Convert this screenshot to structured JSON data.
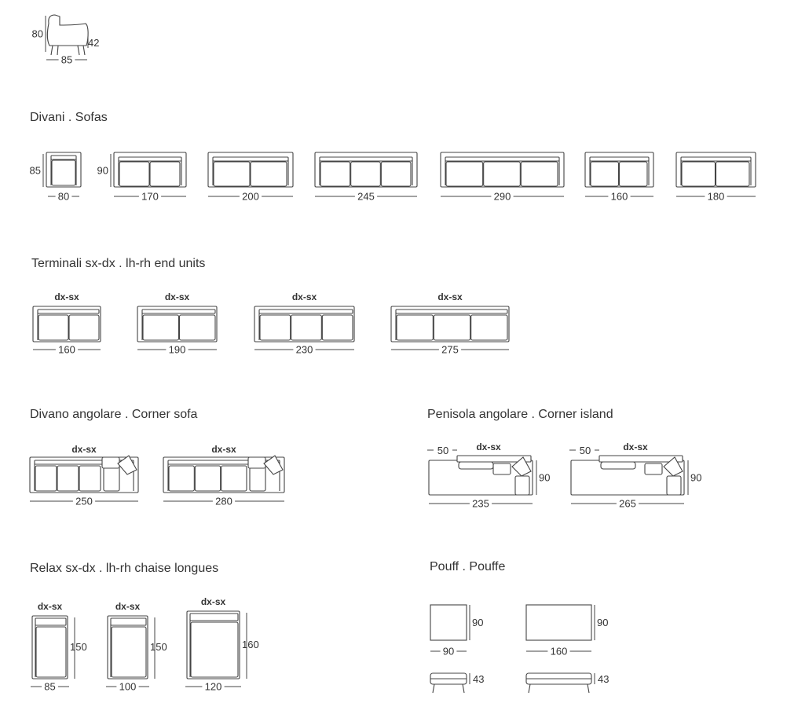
{
  "sections": {
    "sofas": "Divani . Sofas",
    "end_units": "Terminali sx-dx . lh-rh end units",
    "corner_sofa": "Divano angolare . Corner sofa",
    "corner_island": "Penisola angolare . Corner island",
    "chaise": "Relax sx-dx . lh-rh chaise longues",
    "pouffe": "Pouff . Pouffe"
  },
  "armchair": {
    "height": "80",
    "seat_height": "42",
    "width": "85"
  },
  "sofas": [
    {
      "width": "80",
      "depth": "85",
      "seats": 1
    },
    {
      "width": "170",
      "depth": "90",
      "seats": 2
    },
    {
      "width": "200",
      "seats": 2
    },
    {
      "width": "245",
      "seats": 3
    },
    {
      "width": "290",
      "seats": 3
    },
    {
      "width": "160",
      "seats": 2
    },
    {
      "width": "180",
      "seats": 2
    }
  ],
  "end_units": [
    {
      "label": "dx-sx",
      "width": "160",
      "seats": 2
    },
    {
      "label": "dx-sx",
      "width": "190",
      "seats": 2
    },
    {
      "label": "dx-sx",
      "width": "230",
      "seats": 3
    },
    {
      "label": "dx-sx",
      "width": "275",
      "seats": 3
    }
  ],
  "corner_sofas": [
    {
      "label": "dx-sx",
      "width": "250"
    },
    {
      "label": "dx-sx",
      "width": "280"
    }
  ],
  "corner_islands": [
    {
      "label": "dx-sx",
      "offset": "50",
      "width": "235",
      "depth": "90"
    },
    {
      "label": "dx-sx",
      "offset": "50",
      "width": "265",
      "depth": "90"
    }
  ],
  "chaises": [
    {
      "label": "dx-sx",
      "width": "85",
      "length": "150"
    },
    {
      "label": "dx-sx",
      "width": "100",
      "length": "150"
    },
    {
      "label": "dx-sx",
      "width": "120",
      "length": "160"
    }
  ],
  "pouffes": [
    {
      "width": "90",
      "depth": "90",
      "height": "43"
    },
    {
      "width": "160",
      "depth": "90",
      "height": "43"
    }
  ]
}
